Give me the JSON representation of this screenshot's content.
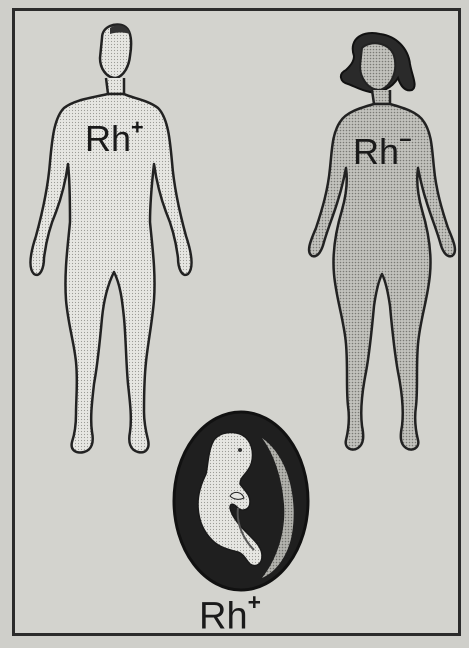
{
  "labels": {
    "father": {
      "base": "Rh",
      "sign": "+"
    },
    "mother": {
      "base": "Rh",
      "sign": "−"
    },
    "fetus": {
      "base": "Rh",
      "sign": "+"
    }
  },
  "colors": {
    "skin_light": "#e4e4e0",
    "skin_dark": "#b9b9b4",
    "outline": "#2a2a2a",
    "womb": "#222222",
    "background": "#d3d3ce"
  },
  "icons": {
    "father": "male-figure-icon",
    "mother": "female-figure-icon",
    "fetus": "fetus-in-womb-icon"
  }
}
